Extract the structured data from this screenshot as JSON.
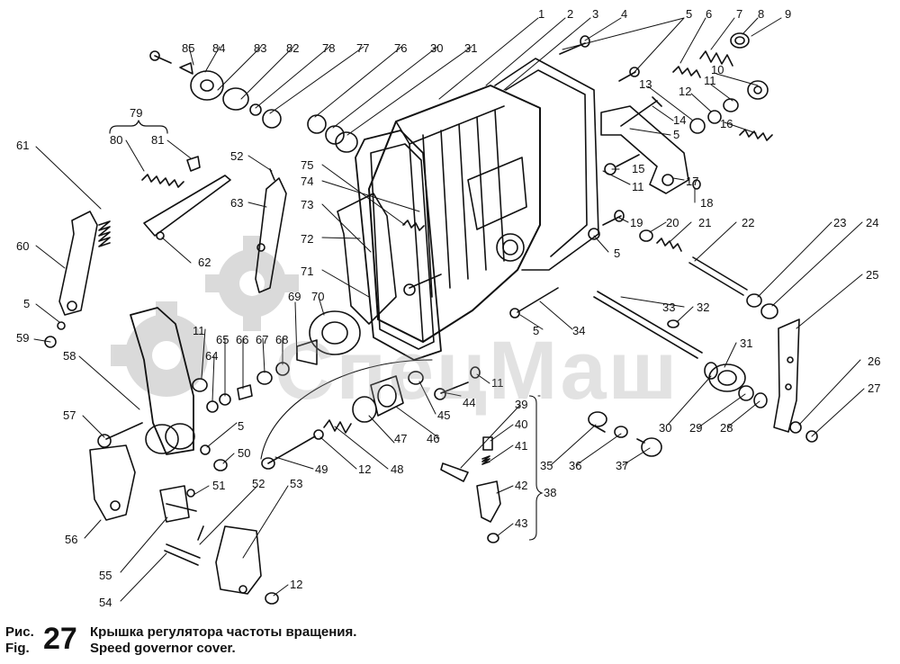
{
  "figure": {
    "prefix_ru": "Рис.",
    "prefix_en": "Fig.",
    "number": "27",
    "title_ru": "Крышка регулятора частоты вращения.",
    "title_en": "Speed governor cover."
  },
  "watermark": "СпецМаш",
  "callouts": [
    "1",
    "2",
    "3",
    "4",
    "5",
    "6",
    "7",
    "8",
    "9",
    "10",
    "11",
    "12",
    "13",
    "14",
    "15",
    "16",
    "17",
    "18",
    "19",
    "20",
    "21",
    "22",
    "23",
    "24",
    "25",
    "26",
    "27",
    "28",
    "29",
    "30",
    "31",
    "32",
    "33",
    "34",
    "35",
    "36",
    "37",
    "38",
    "39",
    "40",
    "41",
    "42",
    "43",
    "44",
    "45",
    "46",
    "47",
    "48",
    "49",
    "50",
    "51",
    "52",
    "53",
    "54",
    "55",
    "56",
    "57",
    "58",
    "59",
    "60",
    "61",
    "62",
    "63",
    "64",
    "65",
    "66",
    "67",
    "68",
    "69",
    "70",
    "71",
    "72",
    "73",
    "74",
    "75",
    "76",
    "77",
    "78",
    "79",
    "80",
    "81",
    "82",
    "83",
    "84",
    "85"
  ],
  "labels": [
    {
      "id": "c1",
      "text": "1"
    },
    {
      "id": "c2",
      "text": "2"
    },
    {
      "id": "c3",
      "text": "3"
    },
    {
      "id": "c4",
      "text": "4"
    },
    {
      "id": "c5a",
      "text": "5"
    },
    {
      "id": "c6",
      "text": "6"
    },
    {
      "id": "c7",
      "text": "7"
    },
    {
      "id": "c8",
      "text": "8"
    },
    {
      "id": "c9",
      "text": "9"
    },
    {
      "id": "c10",
      "text": "10"
    },
    {
      "id": "c11a",
      "text": "11"
    },
    {
      "id": "c12a",
      "text": "12"
    },
    {
      "id": "c13",
      "text": "13"
    },
    {
      "id": "c14",
      "text": "14"
    },
    {
      "id": "c5b",
      "text": "5"
    },
    {
      "id": "c15",
      "text": "15"
    },
    {
      "id": "c11b",
      "text": "11"
    },
    {
      "id": "c16",
      "text": "16"
    },
    {
      "id": "c17",
      "text": "17"
    },
    {
      "id": "c18",
      "text": "18"
    },
    {
      "id": "c19",
      "text": "19"
    },
    {
      "id": "c20",
      "text": "20"
    },
    {
      "id": "c21",
      "text": "21"
    },
    {
      "id": "c22",
      "text": "22"
    },
    {
      "id": "c23",
      "text": "23"
    },
    {
      "id": "c24",
      "text": "24"
    },
    {
      "id": "c5c",
      "text": "5"
    },
    {
      "id": "c25",
      "text": "25"
    },
    {
      "id": "c33",
      "text": "33"
    },
    {
      "id": "c32",
      "text": "32"
    },
    {
      "id": "c5d",
      "text": "5"
    },
    {
      "id": "c34",
      "text": "34"
    },
    {
      "id": "c31b",
      "text": "31"
    },
    {
      "id": "c26",
      "text": "26"
    },
    {
      "id": "c27",
      "text": "27"
    },
    {
      "id": "c30b",
      "text": "30"
    },
    {
      "id": "c29",
      "text": "29"
    },
    {
      "id": "c28",
      "text": "28"
    },
    {
      "id": "c35",
      "text": "35"
    },
    {
      "id": "c36",
      "text": "36"
    },
    {
      "id": "c37",
      "text": "37"
    },
    {
      "id": "c38",
      "text": "38"
    },
    {
      "id": "c39",
      "text": "39"
    },
    {
      "id": "c40",
      "text": "40"
    },
    {
      "id": "c41",
      "text": "41"
    },
    {
      "id": "c42",
      "text": "42"
    },
    {
      "id": "c43",
      "text": "43"
    },
    {
      "id": "c11c",
      "text": "11"
    },
    {
      "id": "c44",
      "text": "44"
    },
    {
      "id": "c45",
      "text": "45"
    },
    {
      "id": "c46",
      "text": "46"
    },
    {
      "id": "c47",
      "text": "47"
    },
    {
      "id": "c48",
      "text": "48"
    },
    {
      "id": "c12b",
      "text": "12"
    },
    {
      "id": "c49",
      "text": "49"
    },
    {
      "id": "c12c",
      "text": "12"
    },
    {
      "id": "c53",
      "text": "53"
    },
    {
      "id": "c52b",
      "text": "52"
    },
    {
      "id": "c51",
      "text": "51"
    },
    {
      "id": "c50",
      "text": "50"
    },
    {
      "id": "c5e",
      "text": "5"
    },
    {
      "id": "c54",
      "text": "54"
    },
    {
      "id": "c55",
      "text": "55"
    },
    {
      "id": "c56",
      "text": "56"
    },
    {
      "id": "c57",
      "text": "57"
    },
    {
      "id": "c58",
      "text": "58"
    },
    {
      "id": "c59",
      "text": "59"
    },
    {
      "id": "c5f",
      "text": "5"
    },
    {
      "id": "c60",
      "text": "60"
    },
    {
      "id": "c61",
      "text": "61"
    },
    {
      "id": "c80",
      "text": "80"
    },
    {
      "id": "c81",
      "text": "81"
    },
    {
      "id": "c79",
      "text": "79"
    },
    {
      "id": "c62",
      "text": "62"
    },
    {
      "id": "c52a",
      "text": "52"
    },
    {
      "id": "c63",
      "text": "63"
    },
    {
      "id": "c11d",
      "text": "11"
    },
    {
      "id": "c64",
      "text": "64"
    },
    {
      "id": "c65",
      "text": "65"
    },
    {
      "id": "c66",
      "text": "66"
    },
    {
      "id": "c67",
      "text": "67"
    },
    {
      "id": "c68",
      "text": "68"
    },
    {
      "id": "c69",
      "text": "69"
    },
    {
      "id": "c70",
      "text": "70"
    },
    {
      "id": "c71",
      "text": "71"
    },
    {
      "id": "c72",
      "text": "72"
    },
    {
      "id": "c73",
      "text": "73"
    },
    {
      "id": "c74",
      "text": "74"
    },
    {
      "id": "c75",
      "text": "75"
    },
    {
      "id": "c76",
      "text": "76"
    },
    {
      "id": "c77",
      "text": "77"
    },
    {
      "id": "c78",
      "text": "78"
    },
    {
      "id": "c82",
      "text": "82"
    },
    {
      "id": "c83",
      "text": "83"
    },
    {
      "id": "c84",
      "text": "84"
    },
    {
      "id": "c85",
      "text": "85"
    },
    {
      "id": "c30a",
      "text": "30"
    },
    {
      "id": "c31a",
      "text": "31"
    }
  ]
}
